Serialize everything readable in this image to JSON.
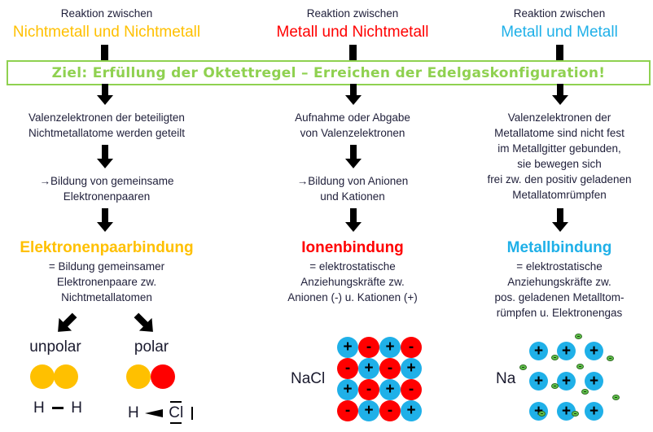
{
  "colors": {
    "nonmetal": "#ffc000",
    "ionic": "#ff0000",
    "metal": "#1fb0e8",
    "goal_green": "#8fd150",
    "electron_green": "#5fc14a"
  },
  "goal": {
    "text": "Ziel: Erfüllung der Oktettregel – Erreichen der Edelgaskonfiguration!"
  },
  "columns": [
    {
      "header": "Reaktion zwischen",
      "subheader": "Nichtmetall und Nichtmetall",
      "step1": [
        "Valenzelektronen der beteiligten",
        "Nichtmetallatome  werden geteilt"
      ],
      "step2": [
        "→Bildung von gemeinsame",
        "Elektronenpaaren"
      ],
      "bond_title": "Elektronenpaarbindung",
      "bond_desc": [
        "= Bildung gemeinsamer",
        "Elektronenpaare zw.",
        "Nichtmetallatomen"
      ],
      "subtypes": [
        {
          "label": "unpolar",
          "formula_left": "H",
          "formula_right": "H"
        },
        {
          "label": "polar",
          "formula_left": "H",
          "formula_right": "Cl"
        }
      ]
    },
    {
      "header": "Reaktion zwischen",
      "subheader": "Metall und Nichtmetall",
      "step1": [
        "Aufnahme oder Abgabe",
        "von Valenzelektronen"
      ],
      "step2": [
        "→Bildung von Anionen",
        "und Kationen"
      ],
      "bond_title": "Ionenbindung",
      "bond_desc": [
        "= elektrostatische",
        "Anziehungskräfte zw.",
        "Anionen (-) u. Kationen (+)"
      ],
      "example_label": "NaCl",
      "lattice": [
        [
          "+",
          "-",
          "+",
          "-"
        ],
        [
          "-",
          "+",
          "-",
          "+"
        ],
        [
          "+",
          "-",
          "+",
          "-"
        ],
        [
          "-",
          "+",
          "-",
          "+"
        ]
      ]
    },
    {
      "header": "Reaktion zwischen",
      "subheader": "Metall und Metall",
      "step1": [
        "Valenzelektronen der",
        "Metallatome sind nicht fest",
        "im Metallgitter  gebunden,",
        "sie bewegen sich",
        "frei  zw. den positiv geladenen",
        "Metallatomrümpfen"
      ],
      "bond_title": "Metallbindung",
      "bond_desc": [
        "= elektrostatische",
        "Anziehungskräfte zw.",
        "pos. geladenen  Metalltom-",
        "rümpfen u. Elektronengas"
      ],
      "example_label": "Na",
      "cation_symbol": "+"
    }
  ]
}
